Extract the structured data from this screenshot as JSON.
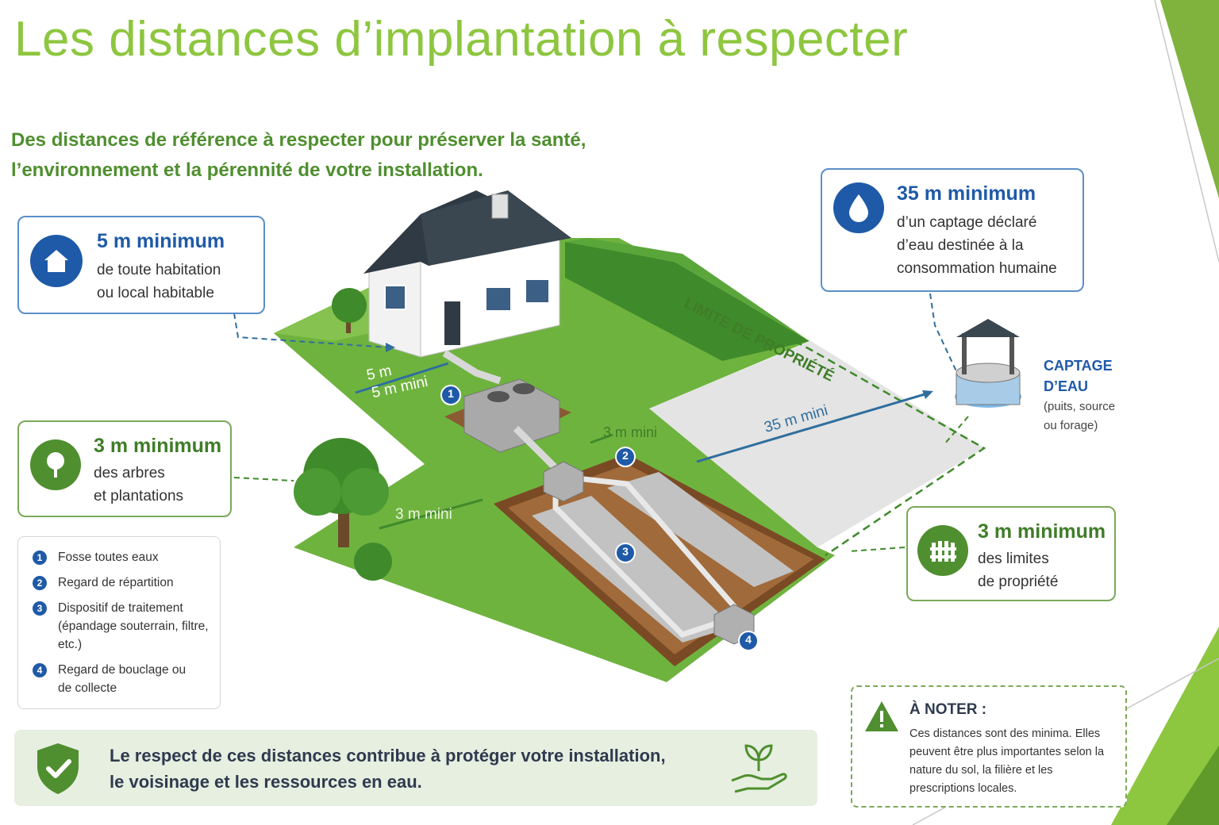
{
  "title": "Les distances d’implantation à respecter",
  "subtitle": "Des distances de référence à respecter pour préserver la santé, l’environnement et la pérennité de votre installation.",
  "boxes": {
    "house": {
      "title": "5 m minimum",
      "line1": "de toute habitation",
      "line2": "ou local habitable",
      "icon": "house-icon"
    },
    "well": {
      "title": "35 m minimum",
      "line1": "d’un captage déclaré",
      "line2": "d’eau destinée à la",
      "line3": "consommation humaine",
      "icon": "water-drop-icon"
    },
    "trees": {
      "title": "3 m minimum",
      "line1": "des arbres",
      "line2": "et plantations",
      "icon": "tree-icon"
    },
    "limits": {
      "title": "3 m minimum",
      "line1": "des limites",
      "line2": "de propriété",
      "icon": "fence-icon"
    }
  },
  "scene_labels": {
    "property_limit": "LIMITE DE PROPRIÉTÉ",
    "house_dist_a": "5 m",
    "house_dist_b": "5 m mini",
    "well_dist": "35 m mini",
    "tree_dist": "3 m mini",
    "regard_dist": "3 m mini",
    "captage_title_1": "CAPTAGE",
    "captage_title_2": "D’EAU",
    "captage_sub_1": "(puits, source",
    "captage_sub_2": "ou forage)",
    "markers": [
      "1",
      "2",
      "3",
      "4"
    ]
  },
  "legend": [
    {
      "num": "1",
      "text": "Fosse toutes eaux"
    },
    {
      "num": "2",
      "text": "Regard de répartition"
    },
    {
      "num": "3",
      "text": "Dispositif de traitement (épandage souterrain, filtre, etc.)"
    },
    {
      "num": "4",
      "text": "Regard de bouclage ou de collecte"
    }
  ],
  "banner": {
    "line1": "Le respect de ces distances contribue à protéger votre installation,",
    "line2": "le voisinage et les ressources en eau.",
    "icon_left": "shield-check-icon",
    "icon_right": "hand-plant-icon"
  },
  "note": {
    "title": "À NOTER :",
    "text": "Ces distances sont des minima. Elles peuvent être plus importantes selon la nature du sol, la filière et les prescriptions locales.",
    "icon": "warning-icon"
  },
  "colors": {
    "title_green": "#8dc63f",
    "dark_green": "#3f7d28",
    "blue": "#1f5aa8",
    "grass": "#6fb33f",
    "gravel": "#cfcfcf"
  }
}
